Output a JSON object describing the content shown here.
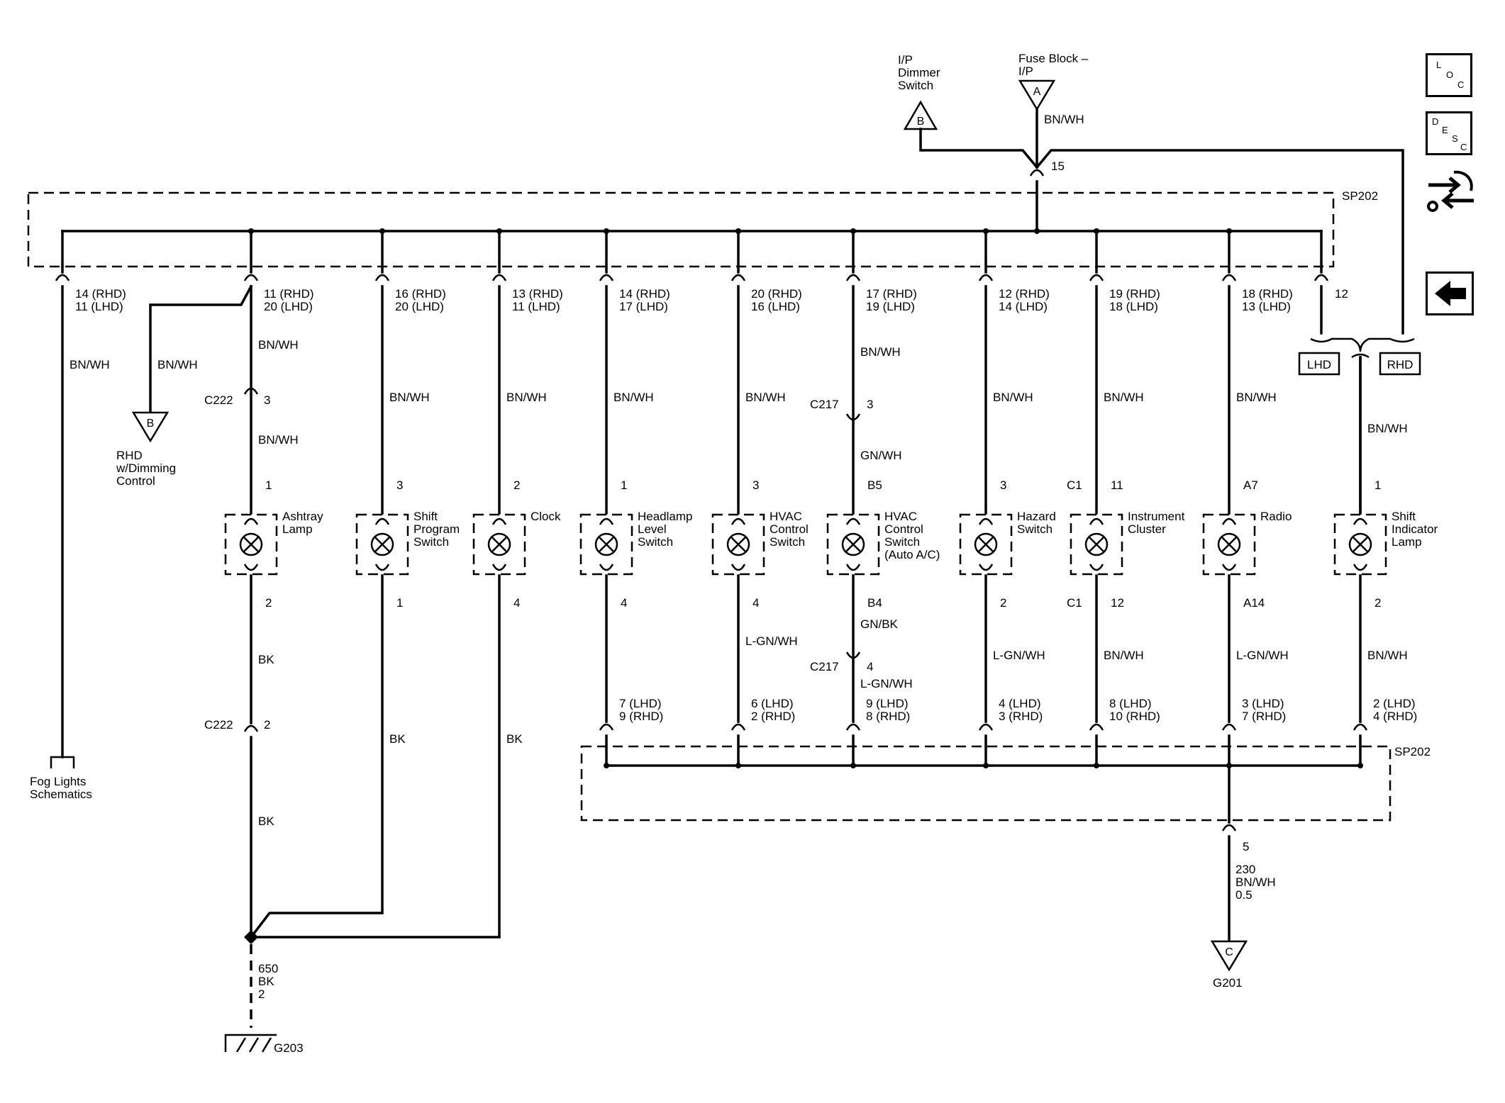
{
  "splices": {
    "top": "SP202",
    "bottom": "SP202"
  },
  "sources": {
    "dimmer": {
      "label": "I/P Dimmer Switch",
      "letter": "B"
    },
    "fuse": {
      "label": "Fuse Block - I/P",
      "letter": "A",
      "wire": "BN/WH",
      "pin": "15"
    }
  },
  "rhd_dimming": {
    "label": "RHD w/Dimming Control",
    "letter": "B",
    "wire": "BN/WH"
  },
  "fog": {
    "label": "Fog Lights Schematics",
    "wire": "BN/WH",
    "top_pins": [
      "14 (RHD)",
      "11 (LHD)"
    ]
  },
  "lamps": [
    {
      "id": "ashtray",
      "name": [
        "Ashtray",
        "Lamp"
      ],
      "top_pins": [
        "11 (RHD)",
        "20 (LHD)"
      ],
      "upper_wire": "BN/WH",
      "connector": {
        "name": "C222",
        "pin": "3"
      },
      "mid_wire": "BN/WH",
      "pin_in": "1",
      "pin_out": "2",
      "lower_wire": "BK"
    },
    {
      "id": "shift-program",
      "name": [
        "Shift",
        "Program",
        "Switch"
      ],
      "top_pins": [
        "16 (RHD)",
        "20 (LHD)"
      ],
      "upper_wire": "BN/WH",
      "pin_in": "3",
      "pin_out": "1",
      "lower_wire": "BK"
    },
    {
      "id": "clock",
      "name": [
        "Clock"
      ],
      "top_pins": [
        "13 (RHD)",
        "11 (LHD)"
      ],
      "upper_wire": "BN/WH",
      "pin_in": "2",
      "pin_out": "4",
      "lower_wire": "BK"
    },
    {
      "id": "headlamp-level",
      "name": [
        "Headlamp",
        "Level",
        "Switch"
      ],
      "top_pins": [
        "14 (RHD)",
        "17 (LHD)"
      ],
      "upper_wire": "BN/WH",
      "pin_in": "1",
      "pin_out": "4",
      "bottom_pins": [
        "7 (LHD)",
        "9 (RHD)"
      ]
    },
    {
      "id": "hvac",
      "name": [
        "HVAC",
        "Control",
        "Switch"
      ],
      "top_pins": [
        "20 (RHD)",
        "16 (LHD)"
      ],
      "upper_wire": "BN/WH",
      "pin_in": "3",
      "pin_out": "4",
      "lower_wire": "L-GN/WH",
      "bottom_pins": [
        "6 (LHD)",
        "2 (RHD)"
      ]
    },
    {
      "id": "hvac-auto",
      "name": [
        "HVAC",
        "Control",
        "Switch",
        "(Auto A/C)"
      ],
      "top_pins": [
        "17 (RHD)",
        "19 (LHD)"
      ],
      "upper_wire": "BN/WH",
      "connector": {
        "name": "C217",
        "pin": "3"
      },
      "mid_wire": "GN/WH",
      "pin_in": "B5",
      "pin_out": "B4",
      "lower_wire": "GN/BK",
      "connector2": {
        "name": "C217",
        "pin": "4"
      },
      "lower_wire2": "L-GN/WH",
      "bottom_pins": [
        "9 (LHD)",
        "8 (RHD)"
      ]
    },
    {
      "id": "hazard",
      "name": [
        "Hazard",
        "Switch"
      ],
      "top_pins": [
        "12 (RHD)",
        "14 (LHD)"
      ],
      "upper_wire": "BN/WH",
      "pin_in": "3",
      "pin_out": "2",
      "lower_wire": "L-GN/WH",
      "bottom_pins": [
        "4 (LHD)",
        "3 (RHD)"
      ]
    },
    {
      "id": "cluster",
      "name": [
        "Instrument",
        "Cluster"
      ],
      "top_pins": [
        "19 (RHD)",
        "18 (LHD)"
      ],
      "upper_wire": "BN/WH",
      "conn_in": "C1",
      "pin_in": "11",
      "conn_out": "C1",
      "pin_out": "12",
      "lower_wire": "BN/WH",
      "bottom_pins": [
        "8 (LHD)",
        "10 (RHD)"
      ]
    },
    {
      "id": "radio",
      "name": [
        "Radio"
      ],
      "top_pins": [
        "18 (RHD)",
        "13 (LHD)"
      ],
      "upper_wire": "BN/WH",
      "pin_in": "A7",
      "pin_out": "A14",
      "lower_wire": "L-GN/WH",
      "bottom_pins": [
        "3 (LHD)",
        "7 (RHD)"
      ]
    },
    {
      "id": "shift-indicator",
      "name": [
        "Shift",
        "Indicator",
        "Lamp"
      ],
      "upper_wire": "BN/WH",
      "pin_in": "1",
      "pin_out": "2",
      "lower_wire": "BN/WH",
      "bottom_pins": [
        "2 (LHD)",
        "4 (RHD)"
      ]
    }
  ],
  "shift_indicator_top": {
    "pin": "12",
    "lhd": "LHD",
    "rhd": "RHD"
  },
  "ashtray_lower": {
    "connector": "C222",
    "pin": "2",
    "wire": "BK"
  },
  "ground_g203": {
    "circuit": "650",
    "wire": "BK",
    "size": "2",
    "name": "G203"
  },
  "ground_g201": {
    "pin": "5",
    "circuit": "230",
    "wire": "BN/WH",
    "size": "0.5",
    "letter": "C",
    "name": "G201"
  },
  "side_buttons": {
    "loc": [
      "L",
      "O",
      "C"
    ],
    "desc": [
      "D",
      "E",
      "S",
      "C"
    ]
  }
}
